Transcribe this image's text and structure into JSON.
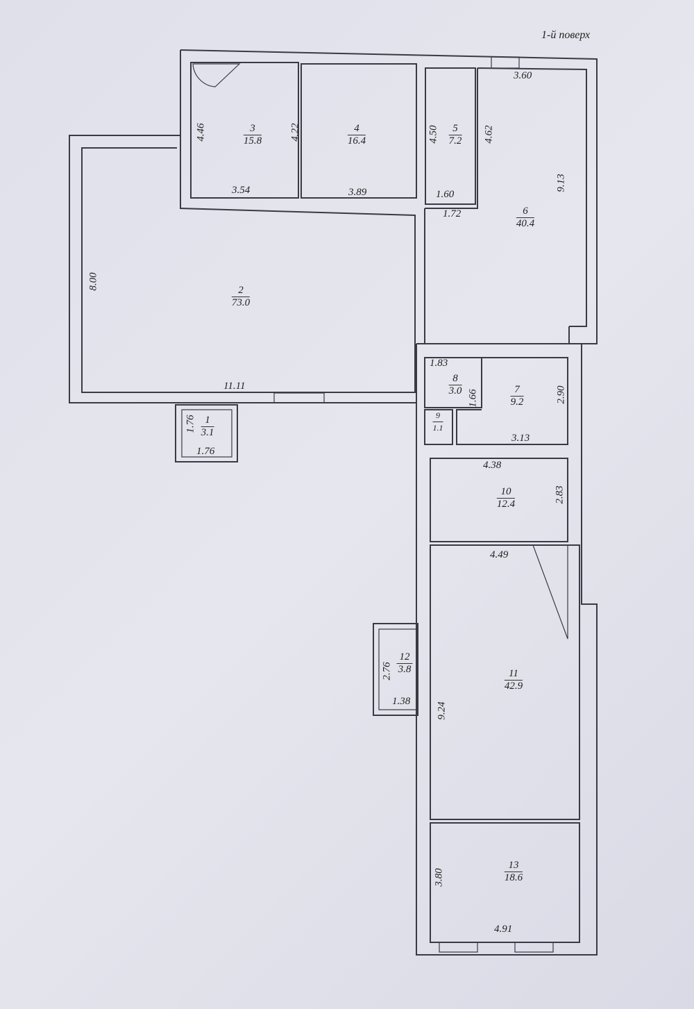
{
  "title": "1-й поверх",
  "rooms": [
    {
      "number": "1",
      "area": "3.1"
    },
    {
      "number": "2",
      "area": "73.0"
    },
    {
      "number": "3",
      "area": "15.8"
    },
    {
      "number": "4",
      "area": "16.4"
    },
    {
      "number": "5",
      "area": "7.2"
    },
    {
      "number": "6",
      "area": "40.4"
    },
    {
      "number": "7",
      "area": "9.2"
    },
    {
      "number": "8",
      "area": "3.0"
    },
    {
      "number": "9",
      "area": "1.1"
    },
    {
      "number": "10",
      "area": "12.4"
    },
    {
      "number": "11",
      "area": "42.9"
    },
    {
      "number": "12",
      "area": "3.8"
    },
    {
      "number": "13",
      "area": "18.6"
    }
  ],
  "dimensions": [
    "4.46",
    "3.54",
    "4.22",
    "3.89",
    "4.50",
    "1.60",
    "4.62",
    "1.72",
    "3.60",
    "9.13",
    "8.00",
    "11.11",
    "1.76",
    "1.76",
    "1.83",
    "1.66",
    "2.90",
    "3.13",
    "4.38",
    "2.83",
    "4.49",
    "2.76",
    "1.38",
    "9.24",
    "3.80",
    "4.91"
  ]
}
